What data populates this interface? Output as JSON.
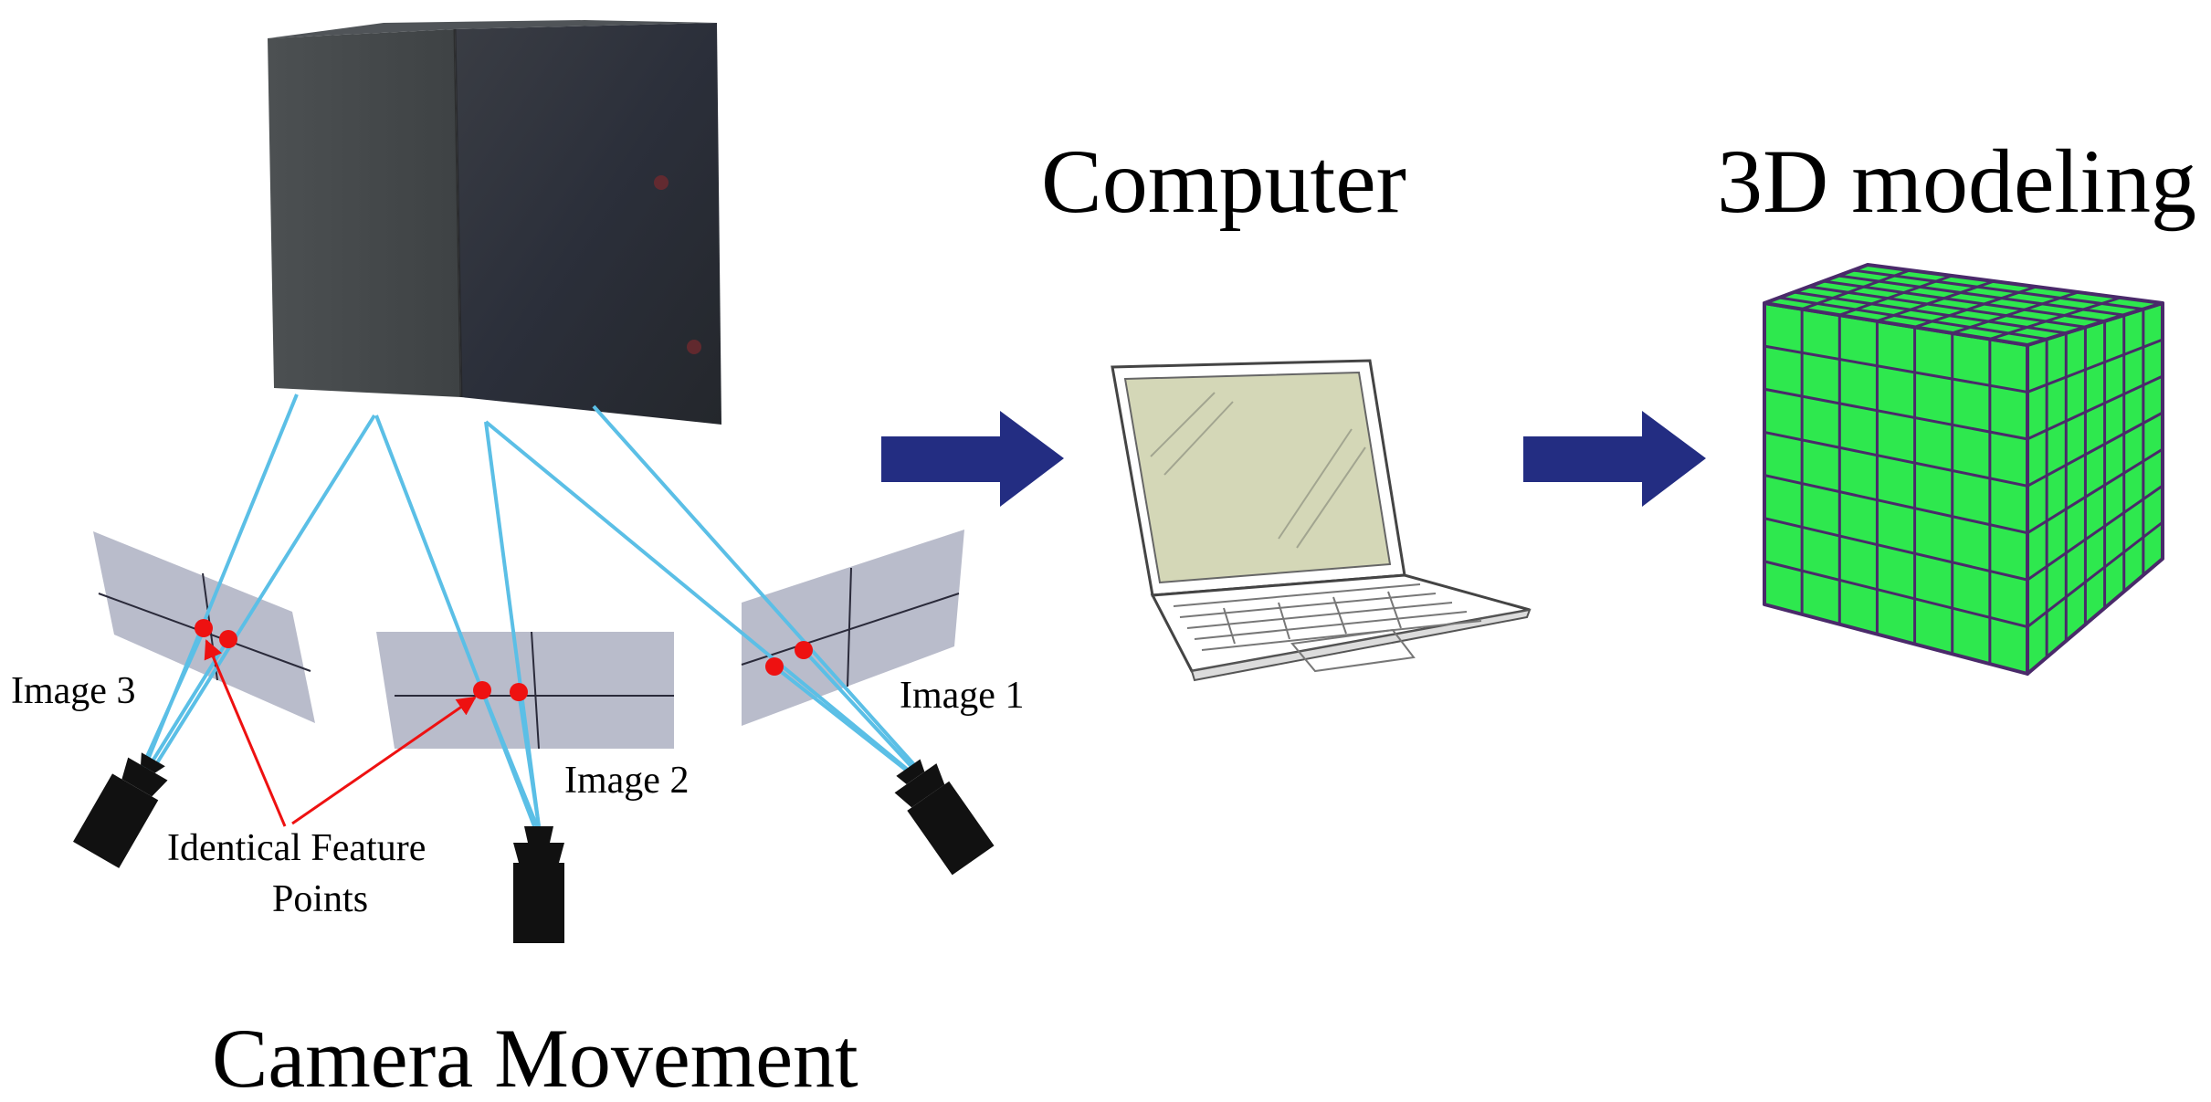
{
  "labels": {
    "computer": "Computer",
    "modeling": "3D modeling",
    "camera_movement": "Camera Movement",
    "image1": "Image 1",
    "image2": "Image 2",
    "image3": "Image 3",
    "feature_line1": "Identical Feature",
    "feature_line2": "Points"
  },
  "colors": {
    "arrow": "#232d82",
    "ray": "#5bbfe6",
    "feature_point": "#ee1111",
    "image_plane": "#b9bccb",
    "laptop_screen": "#d4d7b7",
    "voxel": "#2ee84e",
    "voxel_grid": "#4a2a6a",
    "object_block": "#2f3236"
  },
  "icons": [
    "camera-icon",
    "laptop-icon",
    "voxel-cube-icon",
    "arrow-right-icon"
  ]
}
